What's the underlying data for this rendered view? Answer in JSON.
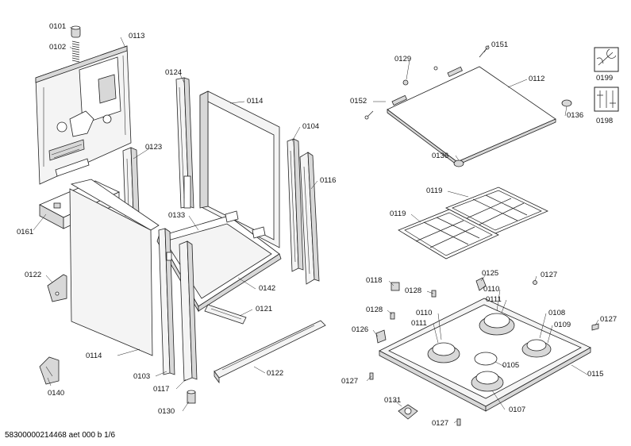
{
  "diagram": {
    "labels": {
      "l0101": "0101",
      "l0102": "0102",
      "l0113": "0113",
      "l0124": "0124",
      "l0114a": "0114",
      "l0104": "0104",
      "l0123": "0123",
      "l0116": "0116",
      "l0133": "0133",
      "l0161": "0161",
      "l0122a": "0122",
      "l0142": "0142",
      "l0121": "0121",
      "l0114b": "0114",
      "l0122b": "0122",
      "l0103": "0103",
      "l0117": "0117",
      "l0140": "0140",
      "l0130": "0130",
      "l0151": "0151",
      "l0129": "0129",
      "l0112": "0112",
      "l0152": "0152",
      "l0136a": "0136",
      "l0136b": "0136",
      "l0199": "0199",
      "l0198": "0198",
      "l0119a": "0119",
      "l0119b": "0119",
      "l0118": "0118",
      "l0125": "0125",
      "l0127a": "0127",
      "l0128a": "0128",
      "l0110a": "0110",
      "l0111a": "0111",
      "l0128b": "0128",
      "l0110b": "0110",
      "l0108": "0108",
      "l0127b": "0127",
      "l0126": "0126",
      "l0111b": "0111",
      "l0109": "0109",
      "l0105": "0105",
      "l0115": "0115",
      "l0127c": "0127",
      "l0131": "0131",
      "l0107": "0107",
      "l0127d": "0127"
    },
    "footer": "58300000214468 aet 000 b 1/6"
  }
}
